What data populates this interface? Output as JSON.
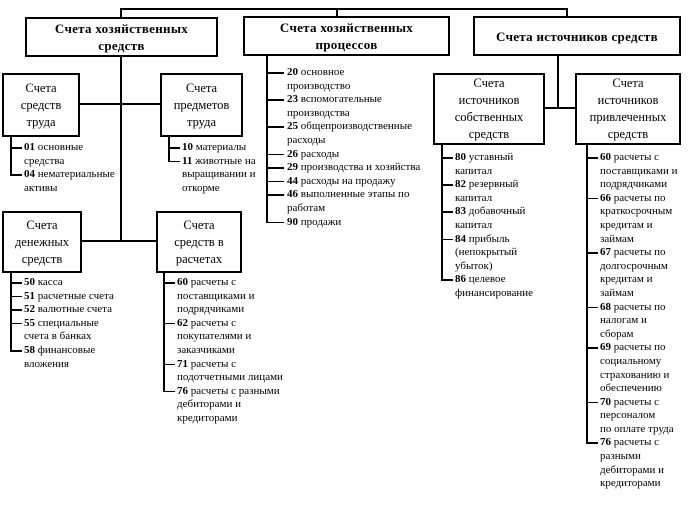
{
  "background": "#ffffff",
  "line_color": "#000000",
  "boxes": {
    "economic_assets": "Счета хозяйственных\nсредств",
    "economic_processes": "Счета хозяйственных\nпроцессов",
    "funding_sources": "Счета источников средств",
    "labor_means": "Счета\nсредств\nтруда",
    "labor_objects": "Счета\nпредметов\nтруда",
    "monetary_funds": "Счета\nденежных\nсредств",
    "settlements": "Счета\nсредств в\nрасчетах",
    "own_sources": "Счета\nисточников\nсобственных\nсредств",
    "borrowed_sources": "Счета\nисточников\nпривлеченных\nсредств"
  },
  "accounts": {
    "labor_means": [
      {
        "num": "01",
        "label": "основные\nсредства"
      },
      {
        "num": "04",
        "label": "нематериальные\nактивы"
      }
    ],
    "labor_objects": [
      {
        "num": "10",
        "label": "материалы"
      },
      {
        "num": "11",
        "label": "животные на\nвыращивании и\nоткорме"
      }
    ],
    "monetary_funds": [
      {
        "num": "50",
        "label": "касса"
      },
      {
        "num": "51",
        "label": "расчетные счета"
      },
      {
        "num": "52",
        "label": "валютные счета"
      },
      {
        "num": "55",
        "label": "специальные\nсчета в банках"
      },
      {
        "num": "58",
        "label": "финансовые\nвложения"
      }
    ],
    "settlements": [
      {
        "num": "60",
        "label": "расчеты с\nпоставщиками и\nподрядчиками"
      },
      {
        "num": "62",
        "label": "расчеты с\nпокупателями и\nзаказчиками"
      },
      {
        "num": "71",
        "label": "расчеты с\nподотчетными лицами"
      },
      {
        "num": "76",
        "label": "расчеты с разными\nдебиторами и\nкредиторами"
      }
    ],
    "economic_processes": [
      {
        "num": "20",
        "label": "основное\nпроизводство"
      },
      {
        "num": "23",
        "label": "вспомогательные\nпроизводства"
      },
      {
        "num": "25",
        "label": "общепроизводственные\nрасходы"
      },
      {
        "num": "26",
        "label": "расходы"
      },
      {
        "num": "29",
        "label": "производства и хозяйства"
      },
      {
        "num": "44",
        "label": "расходы на продажу"
      },
      {
        "num": "46",
        "label": "выполненные этапы по\nработам"
      },
      {
        "num": "90",
        "label": "продажи"
      }
    ],
    "own_sources": [
      {
        "num": "80",
        "label": "уставный\nкапитал"
      },
      {
        "num": "82",
        "label": "резервный\nкапитал"
      },
      {
        "num": "83",
        "label": "добавочный\nкапитал"
      },
      {
        "num": "84",
        "label": "прибыль\n(непокрытый\nубыток)"
      },
      {
        "num": "86",
        "label": "целевое\nфинансирование"
      }
    ],
    "borrowed_sources": [
      {
        "num": "60",
        "label": "расчеты с\nпоставщиками и\nподрядчиками"
      },
      {
        "num": "66",
        "label": "расчеты по\nкраткосрочным\nкредитам и\nзаймам"
      },
      {
        "num": "67",
        "label": "расчеты по\nдолгосрочным\nкредитам и\nзаймам"
      },
      {
        "num": "68",
        "label": "расчеты по\nналогам и\nсборам"
      },
      {
        "num": "69",
        "label": "расчеты по\nсоциальному\nстрахованию и\nобеспечению"
      },
      {
        "num": "70",
        "label": "расчеты с\nперсоналом\nпо оплате труда"
      },
      {
        "num": "76",
        "label": "расчеты с\nразными\nдебиторами и\nкредиторами"
      }
    ]
  }
}
